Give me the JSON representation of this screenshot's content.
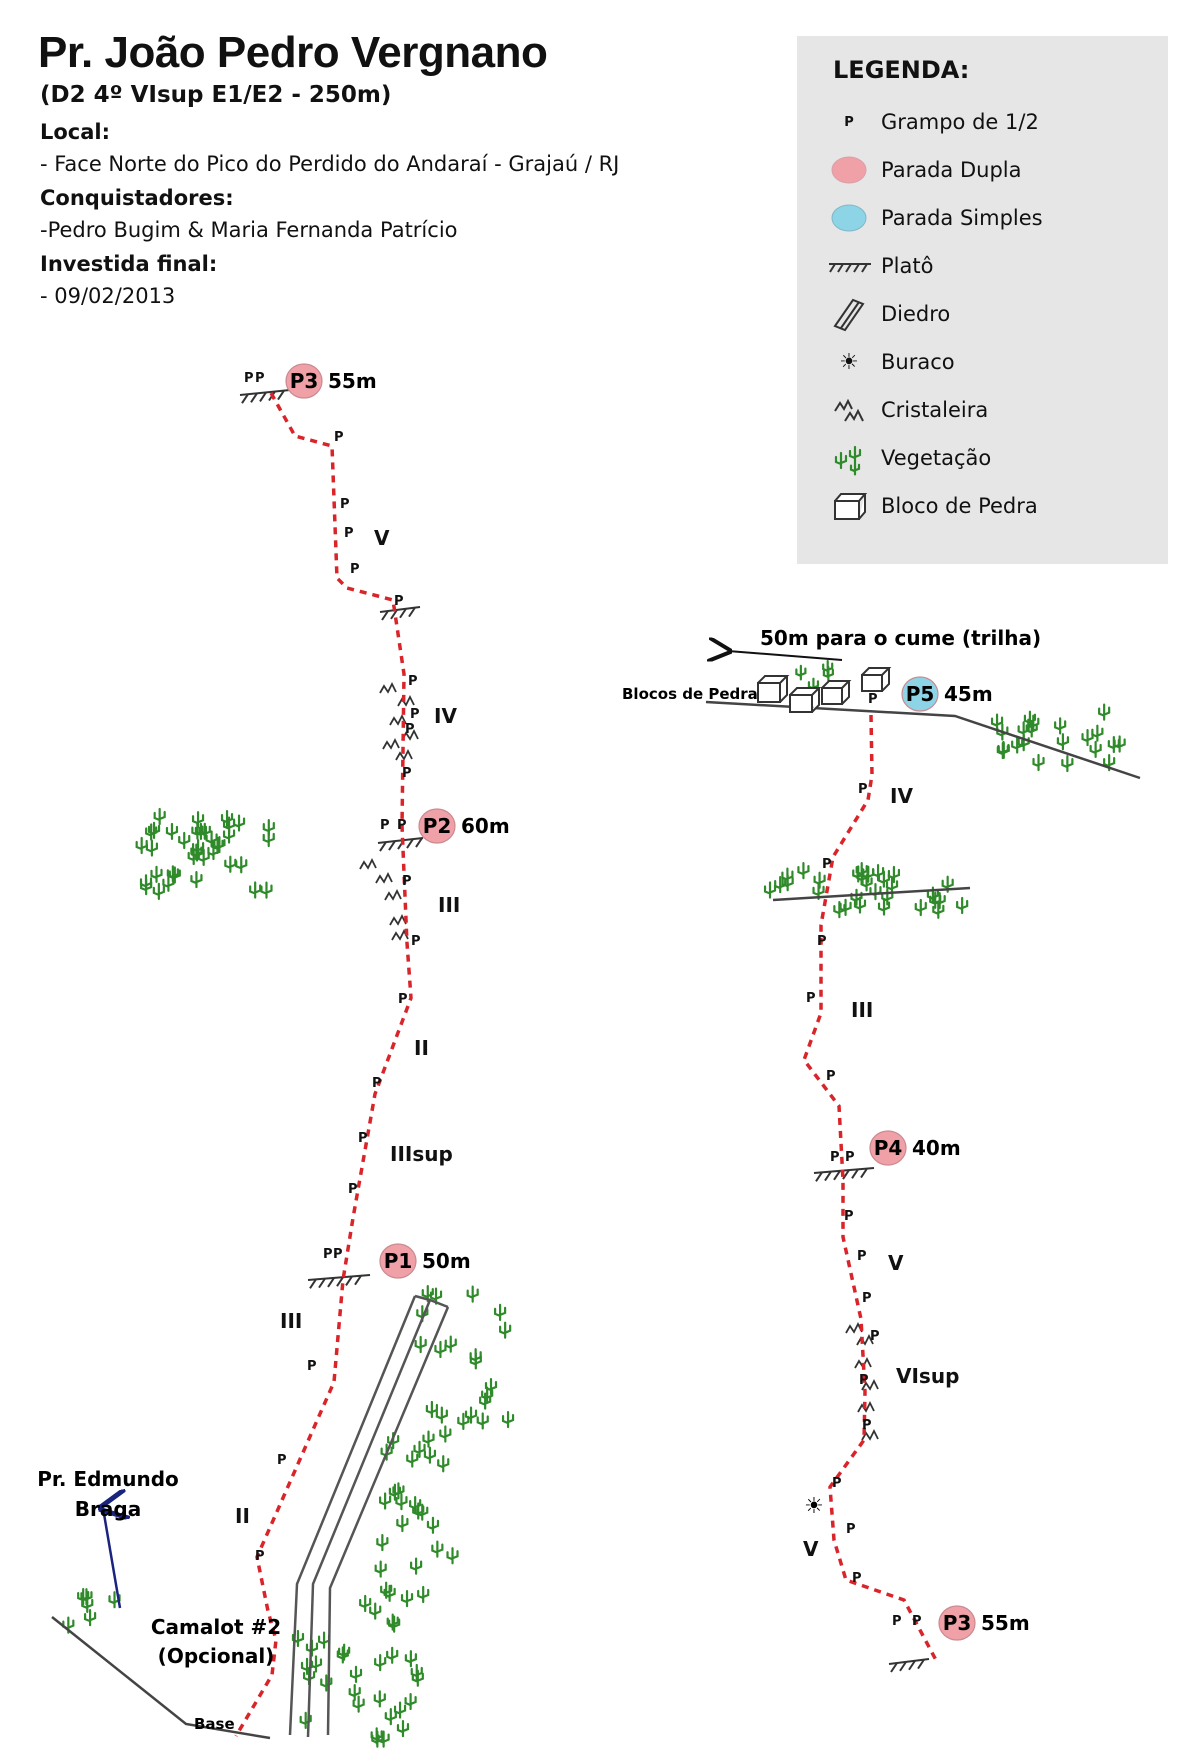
{
  "header": {
    "title": "Pr. João Pedro Vergnano",
    "subtitle": "(D2 4º VIsup E1/E2 - 250m)",
    "info": [
      {
        "label": "Local:",
        "value": "- Face Norte do Pico do Perdido do Andaraí - Grajaú / RJ"
      },
      {
        "label": "Conquistadores:",
        "value": "-Pedro Bugim & Maria Fernanda Patrício"
      },
      {
        "label": "Investida final:",
        "value": "- 09/02/2013"
      }
    ]
  },
  "legend": {
    "title": "LEGENDA:",
    "items": [
      {
        "label": "Grampo de 1/2",
        "icon": "bolt-icon"
      },
      {
        "label": "Parada Dupla",
        "icon": "double-anchor-icon"
      },
      {
        "label": "Parada Simples",
        "icon": "single-anchor-icon"
      },
      {
        "label": "Platô",
        "icon": "ledge-icon"
      },
      {
        "label": "Diedro",
        "icon": "dihedral-icon"
      },
      {
        "label": "Buraco",
        "icon": "hole-icon"
      },
      {
        "label": "Cristaleira",
        "icon": "crystal-icon"
      },
      {
        "label": "Vegetação",
        "icon": "vegetation-icon"
      },
      {
        "label": "Bloco de Pedra",
        "icon": "boulder-icon"
      }
    ]
  },
  "colors": {
    "route": "#d9242a",
    "double_anchor": "#f0a1a8",
    "single_anchor": "#8dd4e6",
    "vegetation": "#2f8a2a",
    "arrow": "#1a237e",
    "legend_bg": "#e6e6e6"
  },
  "symbols": {
    "bolt": "P",
    "hole": "☀"
  },
  "topo": {
    "left": {
      "stations": [
        {
          "name": "P3",
          "length": "55m"
        },
        {
          "name": "P2",
          "length": "60m"
        },
        {
          "name": "P1",
          "length": "50m"
        }
      ],
      "grades": [
        "V",
        "IV",
        "III",
        "II",
        "IIIsup",
        "III",
        "II"
      ],
      "notes": {
        "neighbor_route": [
          "Pr. Edmundo",
          "Braga"
        ],
        "gear": [
          "Camalot #2",
          "(Opcional)"
        ],
        "base": "Base"
      }
    },
    "right": {
      "stations": [
        {
          "name": "P5",
          "length": "45m"
        },
        {
          "name": "P4",
          "length": "40m"
        },
        {
          "name": "P3",
          "length": "55m"
        }
      ],
      "grades": [
        "IV",
        "III",
        "V",
        "VIsup",
        "V"
      ],
      "notes": {
        "summit": "50m para o cume (trilha)",
        "boulders": "Blocos de Pedra"
      }
    }
  }
}
